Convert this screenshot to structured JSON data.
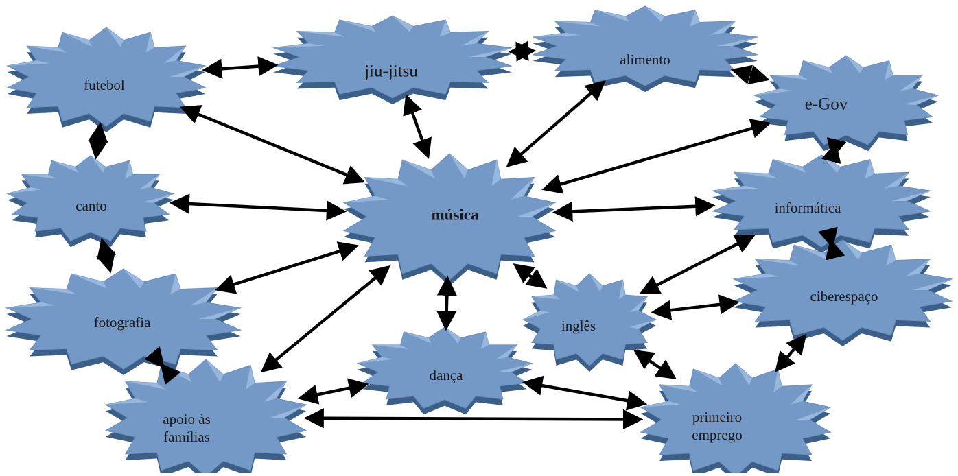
{
  "diagram": {
    "fill_color": "#7499c6",
    "edge_color": "#3c5f8a",
    "arrow_color": "#000000",
    "nodes": [
      {
        "id": "futebol",
        "label": "futebol"
      },
      {
        "id": "jiujitsu",
        "label": "jiu-jitsu"
      },
      {
        "id": "alimento",
        "label": "alimento"
      },
      {
        "id": "egov",
        "label": "e-Gov"
      },
      {
        "id": "canto",
        "label": "canto"
      },
      {
        "id": "musica",
        "label": "música"
      },
      {
        "id": "informatica",
        "label": "informática"
      },
      {
        "id": "fotografia",
        "label": "fotografia"
      },
      {
        "id": "ciberespaco",
        "label": "ciberespaço"
      },
      {
        "id": "ingles",
        "label": "inglês"
      },
      {
        "id": "danca",
        "label": "dança"
      },
      {
        "id": "apoio",
        "label": "apoio às famílias"
      },
      {
        "id": "emprego",
        "label": "primeiro emprego"
      }
    ],
    "connections": [
      [
        "futebol",
        "jiujitsu"
      ],
      [
        "jiujitsu",
        "alimento"
      ],
      [
        "alimento",
        "egov"
      ],
      [
        "futebol",
        "canto"
      ],
      [
        "futebol",
        "musica"
      ],
      [
        "jiujitsu",
        "musica"
      ],
      [
        "alimento",
        "musica"
      ],
      [
        "egov",
        "musica"
      ],
      [
        "egov",
        "informatica"
      ],
      [
        "canto",
        "musica"
      ],
      [
        "canto",
        "fotografia"
      ],
      [
        "fotografia",
        "musica"
      ],
      [
        "fotografia",
        "apoio"
      ],
      [
        "musica",
        "informatica"
      ],
      [
        "musica",
        "ingles"
      ],
      [
        "musica",
        "danca"
      ],
      [
        "musica",
        "apoio"
      ],
      [
        "informatica",
        "ingles"
      ],
      [
        "informatica",
        "ciberespaco"
      ],
      [
        "ingles",
        "ciberespaco"
      ],
      [
        "ingles",
        "emprego"
      ],
      [
        "ciberespaco",
        "emprego"
      ],
      [
        "danca",
        "apoio"
      ],
      [
        "danca",
        "emprego"
      ],
      [
        "apoio",
        "emprego"
      ]
    ]
  }
}
